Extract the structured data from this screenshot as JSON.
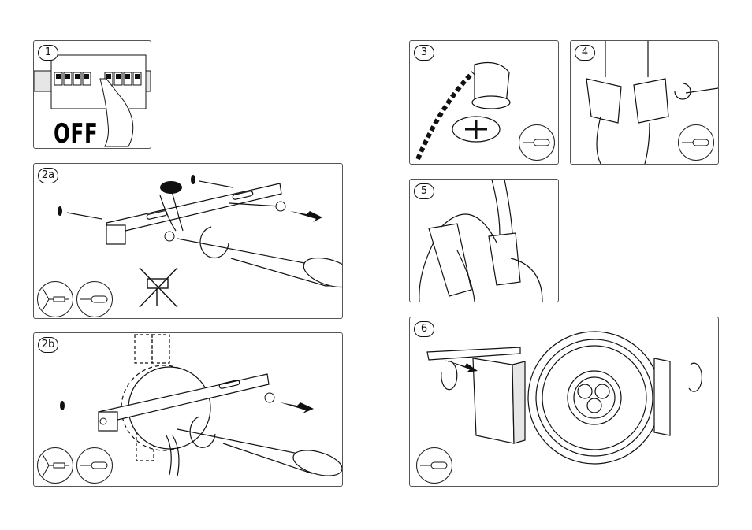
{
  "steps": {
    "s1": {
      "number": "1",
      "label": "OFF"
    },
    "s2a": {
      "number": "2a"
    },
    "s2b": {
      "number": "2b"
    },
    "s3": {
      "number": "3"
    },
    "s4": {
      "number": "4"
    },
    "s5": {
      "number": "5"
    },
    "s6": {
      "number": "6"
    }
  },
  "icons": {
    "power": "breaker-switch-icon",
    "screw_plug": "wall-plug-screw-icon",
    "screwdriver": "screwdriver-icon",
    "no_hammer": "no-hammer-icon",
    "rotate": "rotate-arrow-icon",
    "push": "push-arrow-icon"
  },
  "colors": {
    "line": "#111111",
    "panel_border": "#555555",
    "shade": "#d9d9d9"
  }
}
